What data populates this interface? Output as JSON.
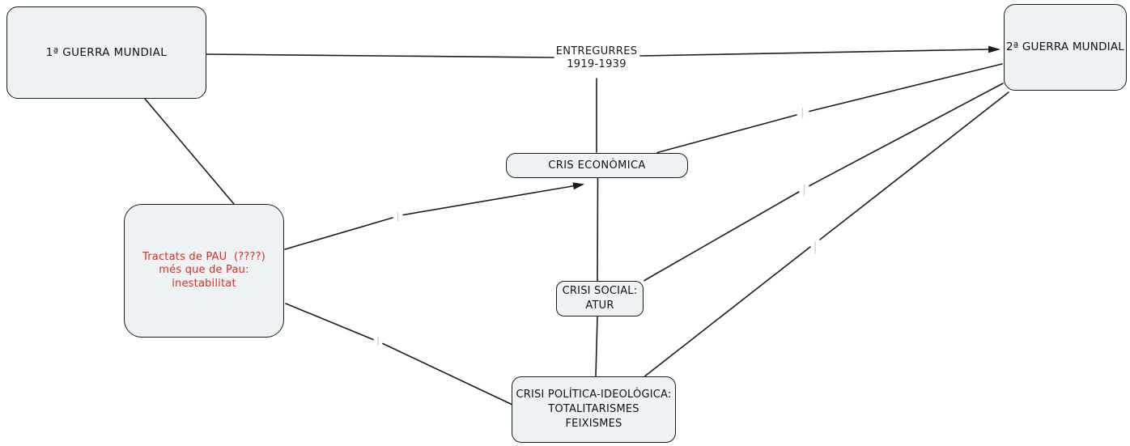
{
  "diagram": {
    "nodes": {
      "ww1": {
        "lines": [
          "1ª GUERRA MUNDIAL"
        ]
      },
      "ww2": {
        "lines": [
          "2ª GUERRA MUNDIAL"
        ]
      },
      "treaties": {
        "lines": [
          "Tractats de PAU  (????)",
          "més que de Pau:",
          "inestabilitat"
        ]
      },
      "economic": {
        "lines": [
          "CRIS ECONÒMICA"
        ]
      },
      "social": {
        "lines": [
          "CRISI SOCIAL:",
          "ATUR"
        ]
      },
      "political": {
        "lines": [
          "CRISI POLÍTICA-IDEOLÒGICA:",
          "TOTALITARISMES",
          "FEIXISMES"
        ]
      }
    },
    "link_label": {
      "lines": [
        "ENTREGURRES",
        "1919-1939"
      ]
    },
    "edges": [
      {
        "from": "ww1",
        "to": "ww2",
        "label": "ENTREGURRES 1919-1939",
        "arrow": true
      },
      {
        "from": "ww1",
        "to": "treaties",
        "label": "",
        "arrow": false
      },
      {
        "from": "link_label",
        "to": "economic",
        "label": "",
        "arrow": false
      },
      {
        "from": "treaties",
        "to": "economic",
        "label": "",
        "arrow": true
      },
      {
        "from": "treaties",
        "to": "political",
        "label": "",
        "arrow": false
      },
      {
        "from": "economic",
        "to": "social",
        "label": "",
        "arrow": false
      },
      {
        "from": "social",
        "to": "political",
        "label": "",
        "arrow": false
      },
      {
        "from": "economic",
        "to": "ww2",
        "label": "",
        "arrow": false
      },
      {
        "from": "social",
        "to": "ww2",
        "label": "",
        "arrow": false
      },
      {
        "from": "political",
        "to": "ww2",
        "label": "",
        "arrow": false
      }
    ],
    "colors": {
      "node_fill": "#edf2f4",
      "node_border": "#1c1c1c",
      "line": "#1c1c1c",
      "treaties_text": "#e22a1f"
    }
  }
}
